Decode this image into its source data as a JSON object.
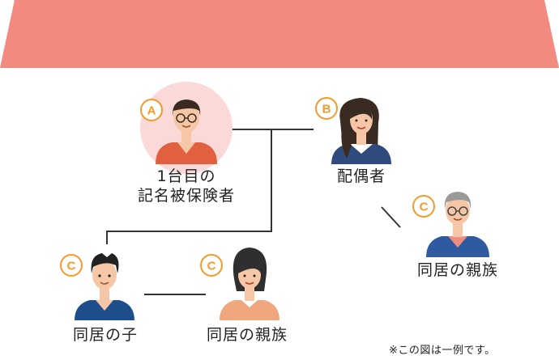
{
  "roof_color": "#f28a80",
  "marker_color": "#f39a2a",
  "highlight_color": "#fcd9d9",
  "people": [
    {
      "id": "named-insured",
      "badge": "A",
      "label_lines": [
        "1台目の",
        "記名被保険者"
      ]
    },
    {
      "id": "spouse",
      "badge": "B",
      "label_lines": [
        "配偶者"
      ]
    },
    {
      "id": "cohabiting-relative-elder",
      "badge": "C",
      "label_lines": [
        "同居の親族"
      ]
    },
    {
      "id": "cohabiting-child",
      "badge": "C",
      "label_lines": [
        "同居の子"
      ]
    },
    {
      "id": "cohabiting-relative-woman",
      "badge": "C",
      "label_lines": [
        "同居の親族"
      ]
    }
  ],
  "note": "※この図は一例です。"
}
